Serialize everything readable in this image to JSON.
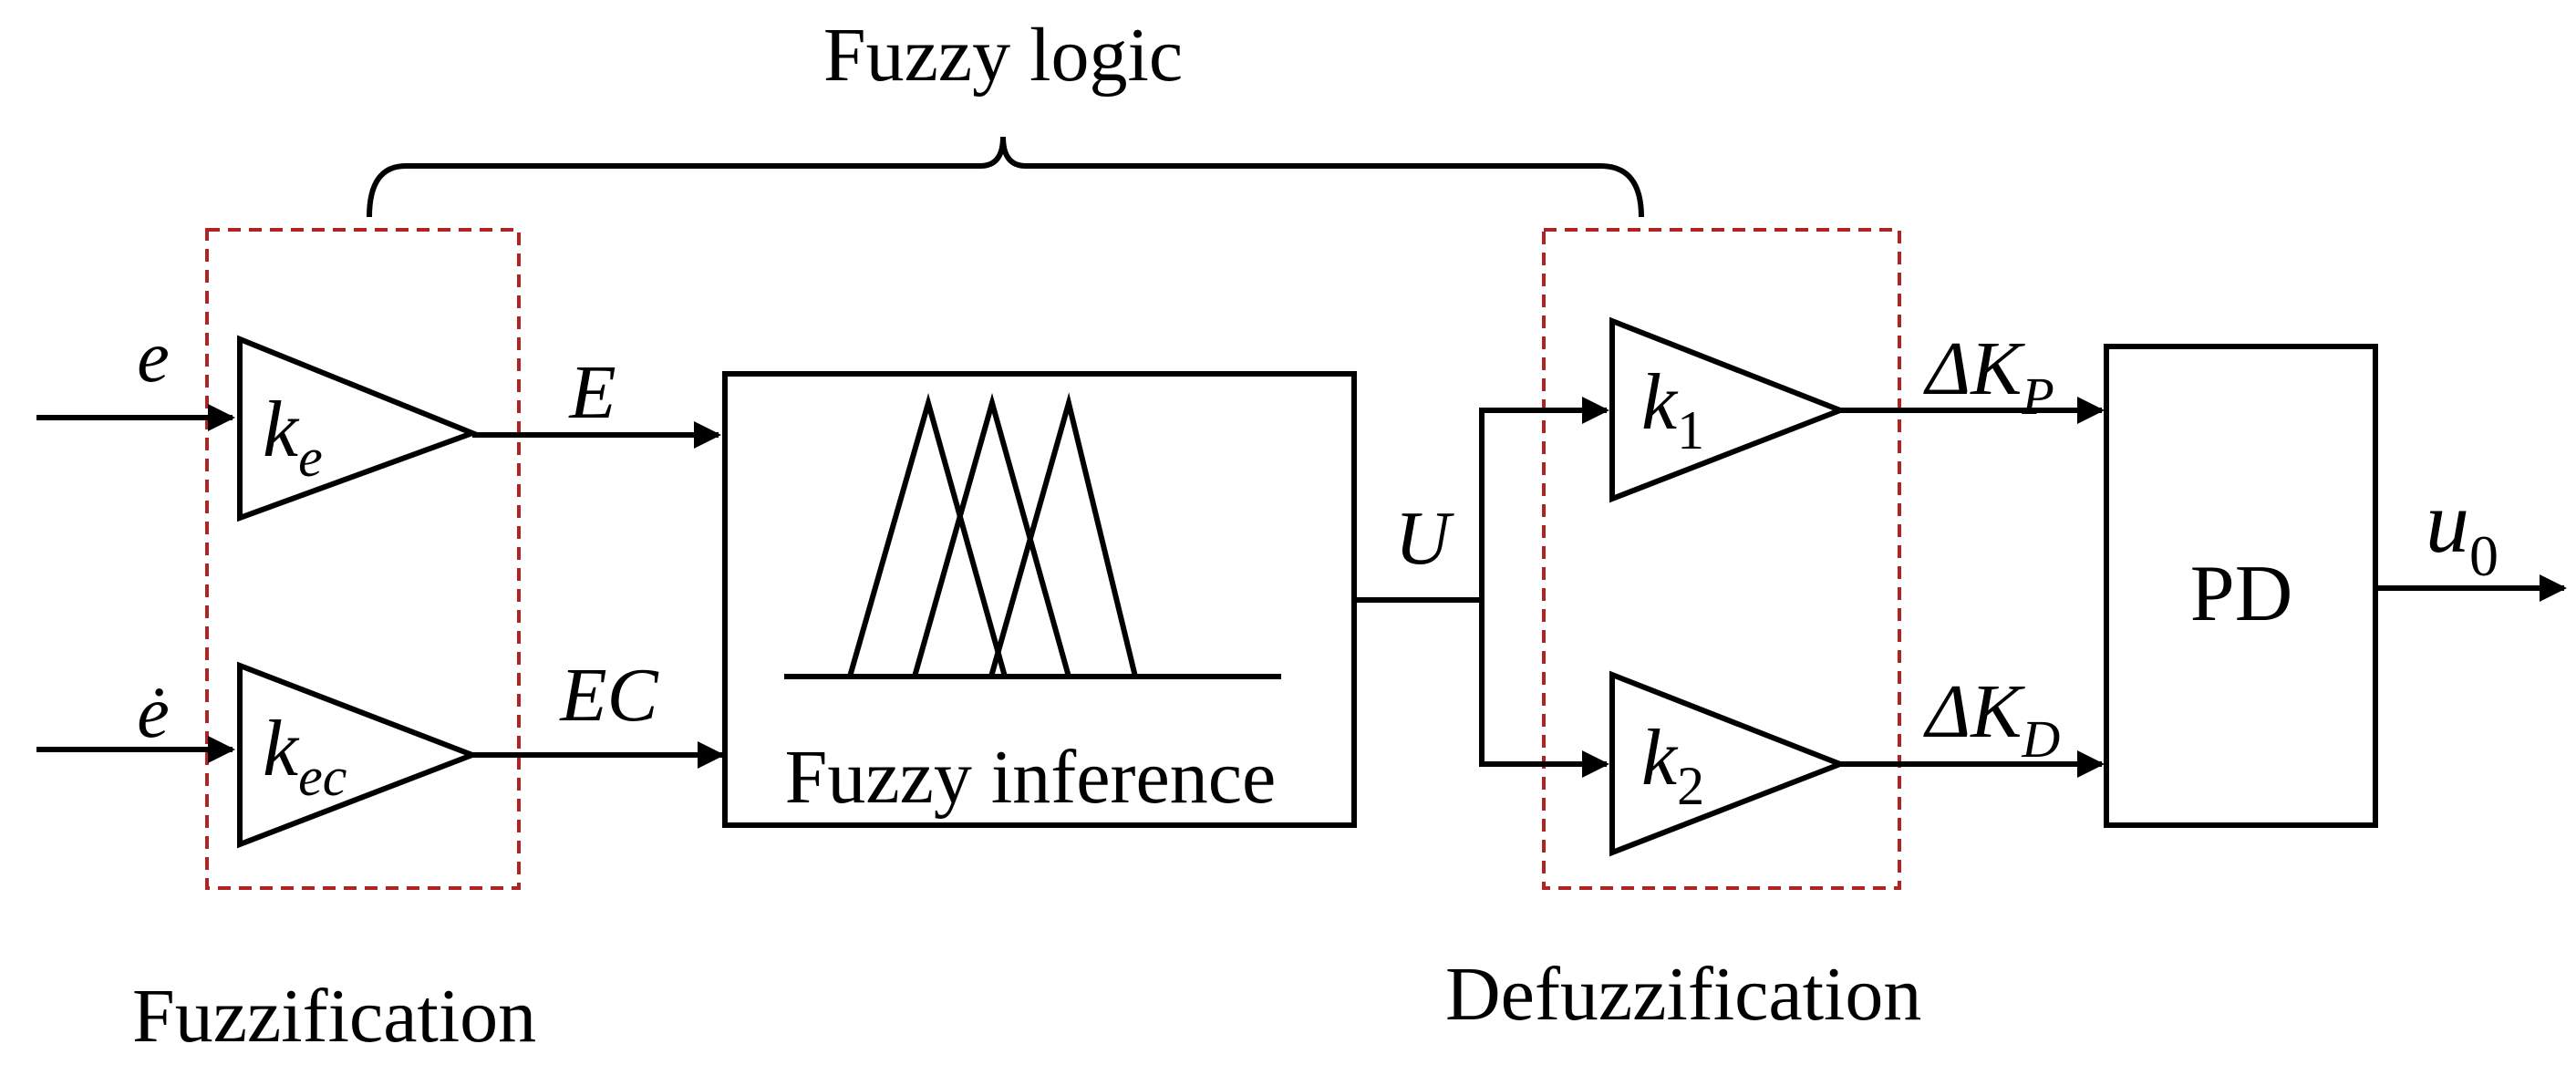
{
  "title": "Fuzzy logic",
  "groups": {
    "fuzzification": "Fuzzification",
    "defuzzification": "Defuzzification"
  },
  "inputs": {
    "e": "e",
    "e_dot": "ė"
  },
  "gains": {
    "ke": {
      "base": "k",
      "sub": "e"
    },
    "kec": {
      "base": "k",
      "sub": "ec"
    },
    "k1": {
      "base": "k",
      "sub": "1"
    },
    "k2": {
      "base": "k",
      "sub": "2"
    }
  },
  "signals": {
    "E": "E",
    "EC": "EC",
    "U": "U",
    "dKp": {
      "base": "ΔK",
      "sub": "P"
    },
    "dKd": {
      "base": "ΔK",
      "sub": "D"
    },
    "u0": {
      "base": "u",
      "sub": "0"
    }
  },
  "blocks": {
    "inference": "Fuzzy inference",
    "pd": "PD"
  }
}
